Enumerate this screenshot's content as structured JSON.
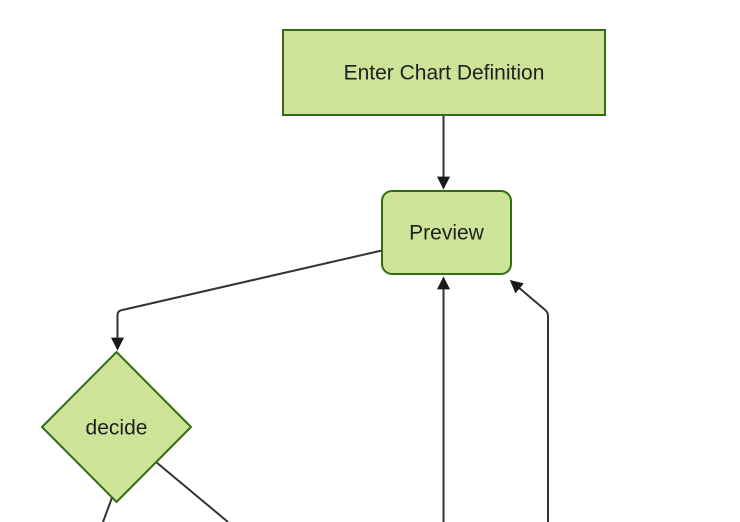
{
  "diagram": {
    "type": "flowchart",
    "orientation": "top-down",
    "nodes": [
      {
        "id": "A",
        "label": "Enter Chart Definition",
        "shape": "rectangle"
      },
      {
        "id": "B",
        "label": "Preview",
        "shape": "rounded-rectangle"
      },
      {
        "id": "C",
        "label": "decide",
        "shape": "diamond"
      }
    ],
    "edges": [
      {
        "from": "Enter Chart Definition",
        "to": "Preview",
        "arrowhead": true
      },
      {
        "from": "Preview",
        "to": "decide",
        "arrowhead": true
      },
      {
        "from": "offscreen-bottom",
        "to": "Preview",
        "arrowhead": true
      },
      {
        "from": "offscreen-bottom",
        "to": "Preview",
        "arrowhead": true,
        "note": "enters bottom-right corner diagonally"
      },
      {
        "from": "decide",
        "to": "offscreen-bottom-left",
        "arrowhead": false
      },
      {
        "from": "decide",
        "to": "offscreen-bottom-right",
        "arrowhead": false
      }
    ]
  },
  "colors": {
    "background": "#ffffff",
    "node_fill": "#cde498",
    "node_border": "#346b15",
    "edge_line": "#333333",
    "arrowhead": "#1a1a1a",
    "label_text": "#1f1f1f"
  }
}
